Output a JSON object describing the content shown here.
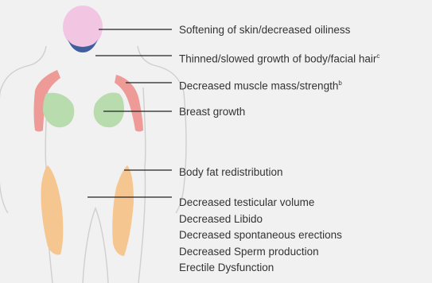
{
  "labels": [
    {
      "id": "skin",
      "text": "Softening of skin/decreased oiliness"
    },
    {
      "id": "hair",
      "text": "Thinned/slowed growth of body/facial hair",
      "sup": "c"
    },
    {
      "id": "muscle",
      "text": "Decreased muscle mass/strength",
      "sup": "b"
    },
    {
      "id": "breast",
      "text": "Breast growth"
    },
    {
      "id": "fat",
      "text": "Body fat redistribution"
    }
  ],
  "genital_effects": [
    "Decreased testicular volume",
    "Decreased Libido",
    "Decreased spontaneous erections",
    "Decreased Sperm production",
    "Erectile Dysfunction"
  ],
  "colors": {
    "background": "#f1f1f1",
    "body_outline": "#cfcfcf",
    "head": "#f2c6e2",
    "beard": "#3f5f9f",
    "shoulders_arms": "#ee9a97",
    "breasts": "#b9dcae",
    "hips_thighs": "#f6c690",
    "leader_lines": "#222222",
    "text": "#333333"
  }
}
